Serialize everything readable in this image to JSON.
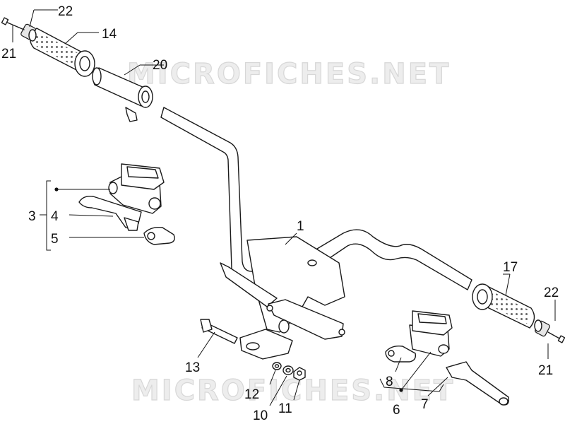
{
  "watermark_text": "MICROFICHES.NET",
  "callouts": {
    "c1": "1",
    "c3": "3",
    "c4": "4",
    "c5": "5",
    "c6": "6",
    "c7": "7",
    "c8": "8",
    "c10": "10",
    "c11": "11",
    "c12": "12",
    "c13": "13",
    "c14": "14",
    "c17": "17",
    "c20": "20",
    "c21_left": "21",
    "c22_left": "22",
    "c21_right": "21",
    "c22_right": "22"
  }
}
